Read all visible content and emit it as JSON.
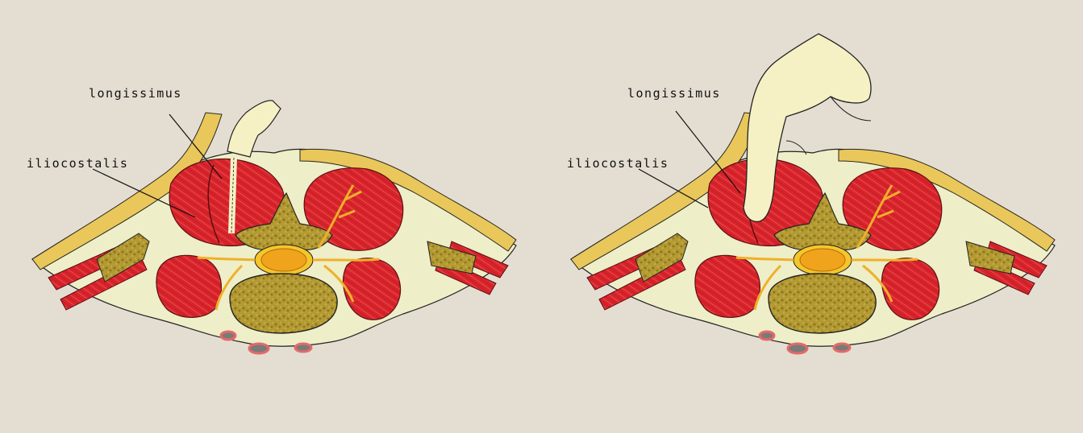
{
  "panels": [
    {
      "id": "left",
      "labels": {
        "longissimus": "longissimus",
        "iliocostalis": "iliocostalis"
      }
    },
    {
      "id": "right",
      "labels": {
        "longissimus": "longissimus",
        "iliocostalis": "iliocostalis"
      }
    }
  ],
  "colors": {
    "background": "#e4ded2",
    "body": "#eeeec8",
    "fascia": "#e9c75a",
    "muscle": "#d8242b",
    "muscle_stroke": "#5a0f12",
    "bone": "#bfa63a",
    "bone_fill": "#a38a2a",
    "cord": "#f0a31c",
    "nerve": "#f0b02a",
    "hand": "#f5f1c4",
    "vessel": "#e46a6a"
  }
}
